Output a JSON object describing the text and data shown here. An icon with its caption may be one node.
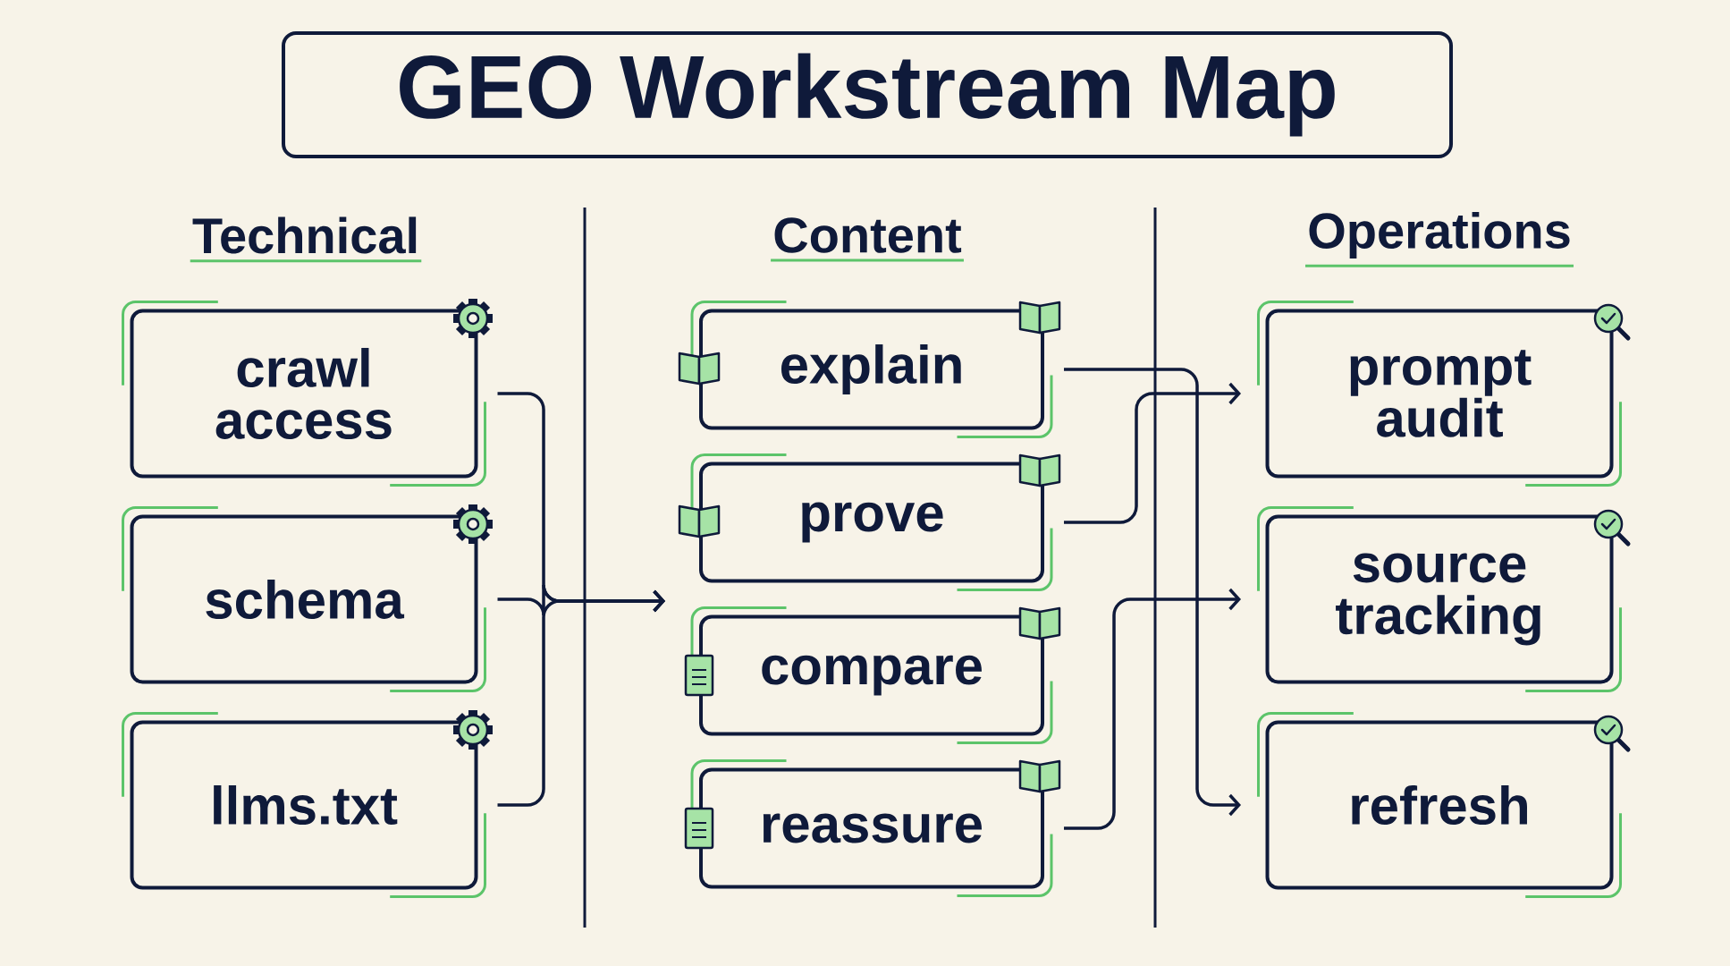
{
  "diagram": {
    "title": "GEO Workstream Map",
    "nodes": [
      {
        "text": [
          "crawl access"
        ]
      },
      {
        "text": [
          "schema"
        ]
      },
      {
        "text": [
          "llms.txt"
        ]
      },
      {
        "text": [
          "explain"
        ]
      },
      {
        "text": [
          "prove"
        ]
      },
      {
        "text": [
          "compare"
        ]
      },
      {
        "text": [
          "reassure"
        ]
      },
      {
        "text": [
          "prompt audit"
        ]
      },
      {
        "text": [
          "source tracking"
        ]
      },
      {
        "text": [
          "refresh"
        ]
      }
    ],
    "edges": [
      {
        "from": 0,
        "to": null,
        "arrow": "to"
      },
      {
        "from": 1,
        "to": null,
        "arrow": "to"
      },
      {
        "from": 2,
        "to": null,
        "arrow": "to"
      },
      {
        "from": 3,
        "to": 9,
        "arrow": "to"
      },
      {
        "from": 4,
        "to": 7,
        "arrow": "to"
      },
      {
        "from": 6,
        "to": 8,
        "arrow": "to"
      }
    ],
    "labels": [
      "Technical",
      "Content",
      "Operations"
    ]
  }
}
